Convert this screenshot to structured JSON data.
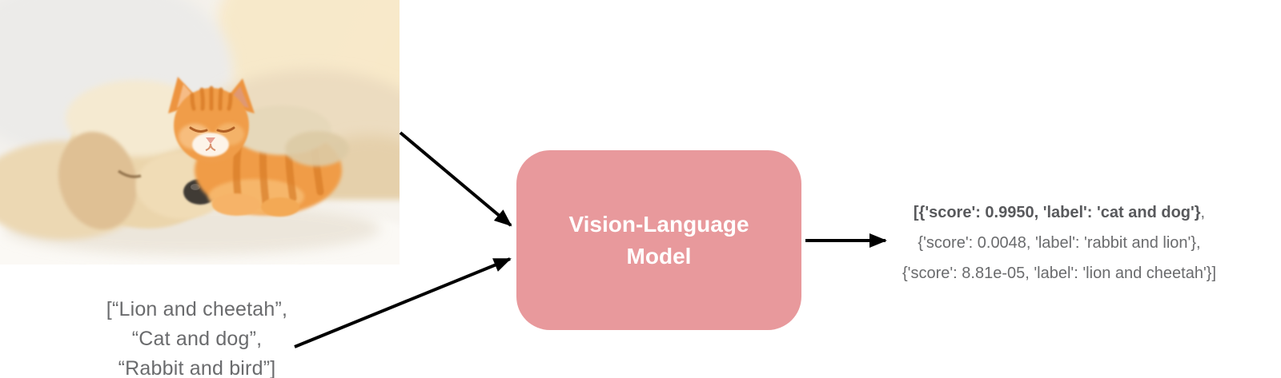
{
  "input_image": {
    "description": "Photo of a sleeping cream-colored puppy with an orange tabby kitten resting its head on the puppy, on a white fluffy blanket"
  },
  "candidate_labels": {
    "lines": [
      "[“Lion and cheetah”,",
      "“Cat and dog”,",
      "“Rabbit and bird”]"
    ]
  },
  "model": {
    "name_line1": "Vision-Language",
    "name_line2": "Model"
  },
  "output": {
    "line1_bold": "[{'score': 0.9950, 'label': 'cat and dog'}",
    "line1_suffix": ",",
    "line2": "{'score': 0.0048, 'label': 'rabbit and lion'},",
    "line3": "{'score': 8.81e-05, 'label': 'lion and cheetah'}]"
  },
  "colors": {
    "model_box_fill": "#E8999C",
    "model_box_text": "#FFFFFF",
    "arrow": "#000000",
    "list_text_gray": "#6A6B6D",
    "output_bold_gray": "#58595C"
  }
}
